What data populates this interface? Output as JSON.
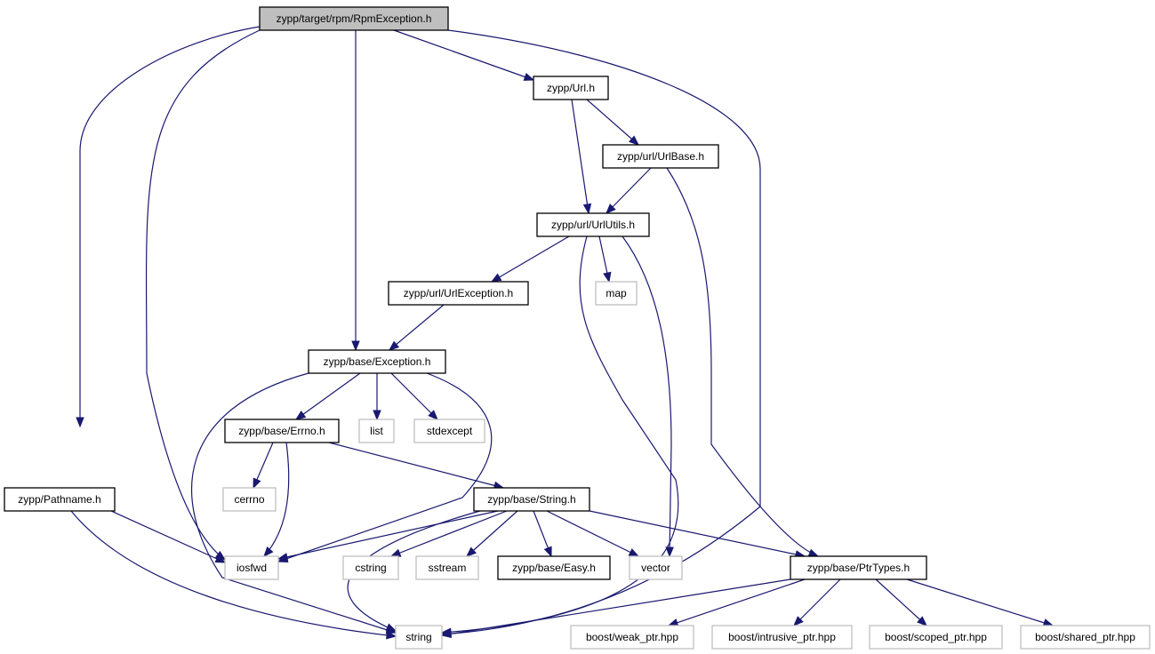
{
  "graph": {
    "colors": {
      "edge": "#191970",
      "root_fill": "#bfbfbf",
      "documented_border": "#000000",
      "external_border": "#bfbfbf"
    },
    "nodes": [
      {
        "id": "rpmexc",
        "label": "zypp/target/rpm/RpmException.h",
        "kind": "root"
      },
      {
        "id": "url",
        "label": "zypp/Url.h",
        "kind": "documented"
      },
      {
        "id": "urlbase",
        "label": "zypp/url/UrlBase.h",
        "kind": "documented"
      },
      {
        "id": "urlutils",
        "label": "zypp/url/UrlUtils.h",
        "kind": "documented"
      },
      {
        "id": "urlexc",
        "label": "zypp/url/UrlException.h",
        "kind": "documented"
      },
      {
        "id": "map",
        "label": "map",
        "kind": "external"
      },
      {
        "id": "exception",
        "label": "zypp/base/Exception.h",
        "kind": "documented"
      },
      {
        "id": "errno",
        "label": "zypp/base/Errno.h",
        "kind": "documented"
      },
      {
        "id": "list",
        "label": "list",
        "kind": "external"
      },
      {
        "id": "stdexcept",
        "label": "stdexcept",
        "kind": "external"
      },
      {
        "id": "cerrno",
        "label": "cerrno",
        "kind": "external"
      },
      {
        "id": "pathname",
        "label": "zypp/Pathname.h",
        "kind": "documented"
      },
      {
        "id": "string_h",
        "label": "zypp/base/String.h",
        "kind": "documented"
      },
      {
        "id": "iosfwd",
        "label": "iosfwd",
        "kind": "external"
      },
      {
        "id": "cstring",
        "label": "cstring",
        "kind": "external"
      },
      {
        "id": "sstream",
        "label": "sstream",
        "kind": "external"
      },
      {
        "id": "easy",
        "label": "zypp/base/Easy.h",
        "kind": "documented"
      },
      {
        "id": "vector",
        "label": "vector",
        "kind": "external"
      },
      {
        "id": "ptrtypes",
        "label": "zypp/base/PtrTypes.h",
        "kind": "documented"
      },
      {
        "id": "string",
        "label": "string",
        "kind": "external"
      },
      {
        "id": "weakptr",
        "label": "boost/weak_ptr.hpp",
        "kind": "external"
      },
      {
        "id": "intrptr",
        "label": "boost/intrusive_ptr.hpp",
        "kind": "external"
      },
      {
        "id": "scopedptr",
        "label": "boost/scoped_ptr.hpp",
        "kind": "external"
      },
      {
        "id": "sharedptr",
        "label": "boost/shared_ptr.hpp",
        "kind": "external"
      }
    ],
    "edges": [
      {
        "from": "rpmexc",
        "to": "url"
      },
      {
        "from": "rpmexc",
        "to": "pathname"
      },
      {
        "from": "rpmexc",
        "to": "iosfwd"
      },
      {
        "from": "rpmexc",
        "to": "exception"
      },
      {
        "from": "rpmexc",
        "to": "string"
      },
      {
        "from": "url",
        "to": "urlbase"
      },
      {
        "from": "url",
        "to": "urlutils"
      },
      {
        "from": "urlbase",
        "to": "urlutils"
      },
      {
        "from": "urlbase",
        "to": "ptrtypes"
      },
      {
        "from": "urlutils",
        "to": "urlexc"
      },
      {
        "from": "urlutils",
        "to": "map"
      },
      {
        "from": "urlutils",
        "to": "vector"
      },
      {
        "from": "urlutils",
        "to": "string"
      },
      {
        "from": "urlexc",
        "to": "exception"
      },
      {
        "from": "exception",
        "to": "errno"
      },
      {
        "from": "exception",
        "to": "list"
      },
      {
        "from": "exception",
        "to": "stdexcept"
      },
      {
        "from": "exception",
        "to": "iosfwd"
      },
      {
        "from": "exception",
        "to": "string"
      },
      {
        "from": "errno",
        "to": "cerrno"
      },
      {
        "from": "errno",
        "to": "iosfwd"
      },
      {
        "from": "errno",
        "to": "string_h"
      },
      {
        "from": "pathname",
        "to": "iosfwd"
      },
      {
        "from": "pathname",
        "to": "string"
      },
      {
        "from": "string_h",
        "to": "iosfwd"
      },
      {
        "from": "string_h",
        "to": "cstring"
      },
      {
        "from": "string_h",
        "to": "sstream"
      },
      {
        "from": "string_h",
        "to": "easy"
      },
      {
        "from": "string_h",
        "to": "vector"
      },
      {
        "from": "string_h",
        "to": "ptrtypes"
      },
      {
        "from": "string_h",
        "to": "string"
      },
      {
        "from": "ptrtypes",
        "to": "string"
      },
      {
        "from": "ptrtypes",
        "to": "weakptr"
      },
      {
        "from": "ptrtypes",
        "to": "intrptr"
      },
      {
        "from": "ptrtypes",
        "to": "scopedptr"
      },
      {
        "from": "ptrtypes",
        "to": "sharedptr"
      }
    ]
  }
}
